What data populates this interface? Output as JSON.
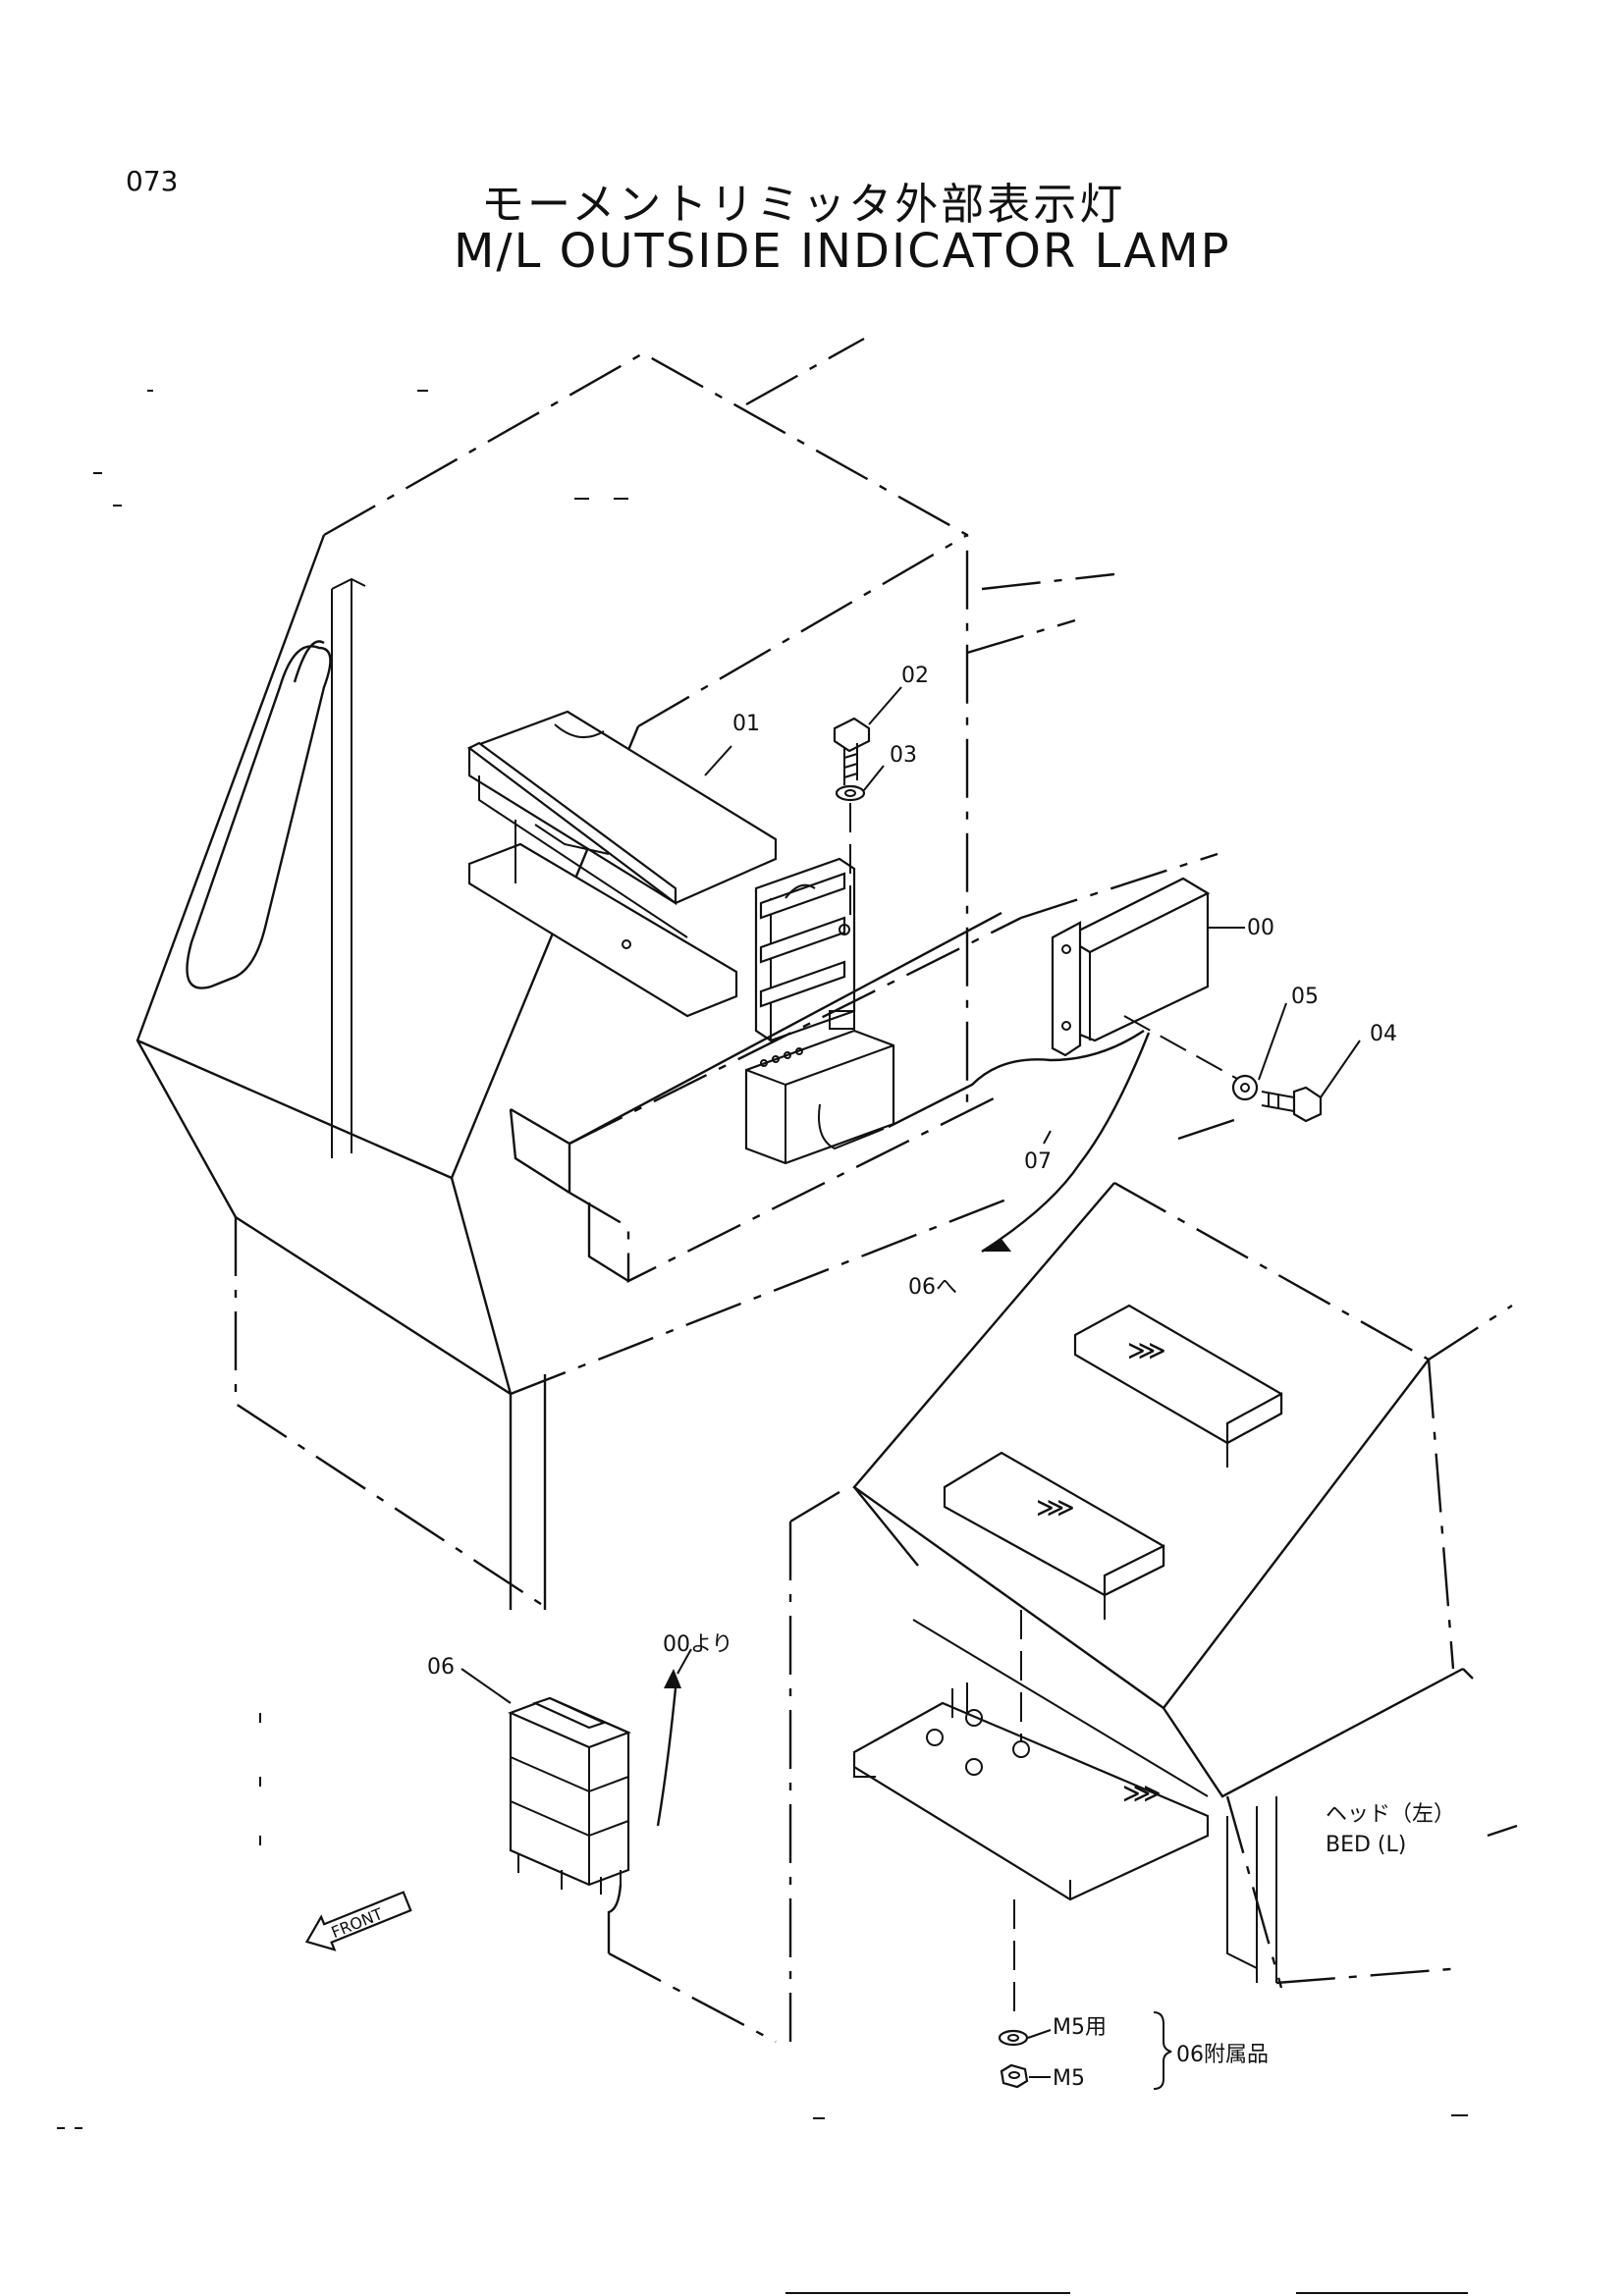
{
  "header": {
    "page_number": "073",
    "title_jp": "モーメントリミッタ外部表示灯",
    "title_en": "M/L OUTSIDE INDICATOR LAMP"
  },
  "callouts": {
    "p00": "00",
    "p01": "01",
    "p02": "02",
    "p03": "03",
    "p04": "04",
    "p05": "05",
    "p06": "06",
    "p07": "07",
    "to06": "06へ",
    "from00": "00より",
    "m5for": "M5用",
    "m5": "M5",
    "acc06": "06附属品",
    "bed_jp": "ヘッド（左）",
    "bed_en": "BED (L)",
    "front": "FRONT"
  }
}
